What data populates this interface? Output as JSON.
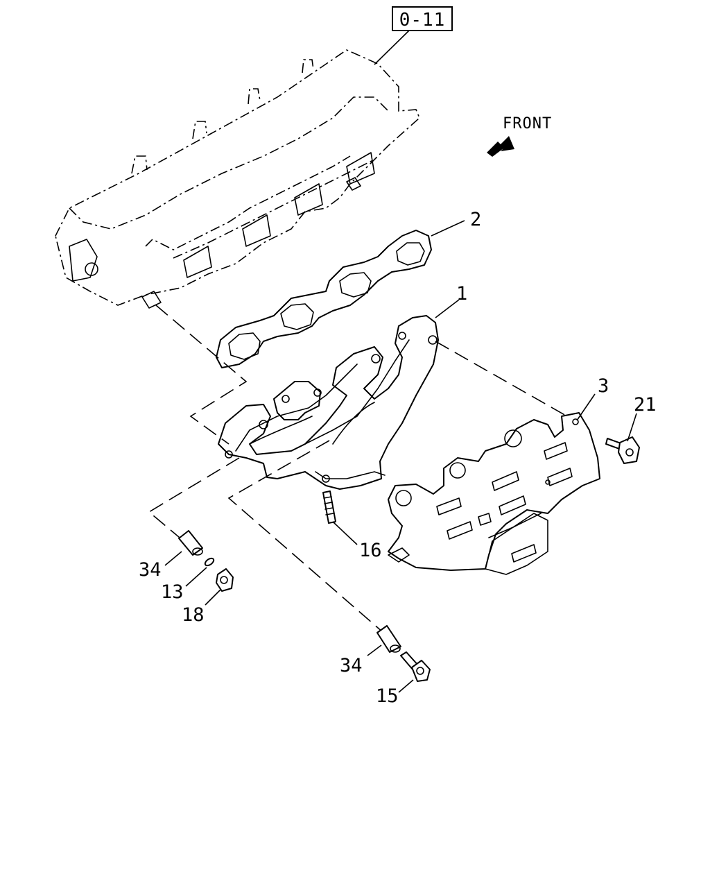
{
  "reference_box": "0-11",
  "front_label": "FRONT",
  "callouts": {
    "exhaust_manifold": "1",
    "manifold_gasket": "2",
    "heat_shield": "3",
    "shield_bolt": "21",
    "stud": "16",
    "spacer_left": "34",
    "washer": "13",
    "nut": "18",
    "spacer_right": "34",
    "manifold_bolt": "15"
  }
}
